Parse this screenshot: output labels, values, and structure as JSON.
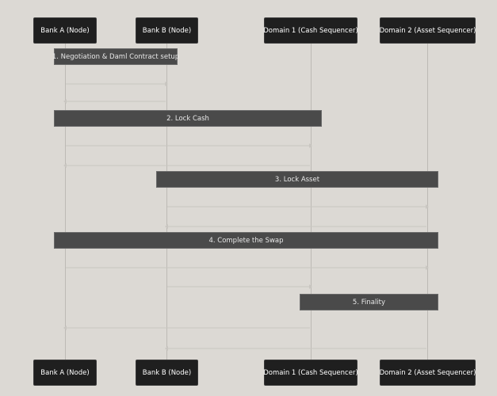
{
  "actors": {
    "bank_a": "Bank A (Node)",
    "bank_b": "Bank B (Node)",
    "domain_1": "Domain 1 (Cash Sequencer)",
    "domain_2": "Domain 2 (Asset Sequencer)"
  },
  "notes": {
    "step1": "1. Negotiation & Daml Contract setup",
    "step2": "2. Lock Cash",
    "step3": "3. Lock Asset",
    "step4": "4. Complete the Swap",
    "step5": "5. Finality"
  }
}
